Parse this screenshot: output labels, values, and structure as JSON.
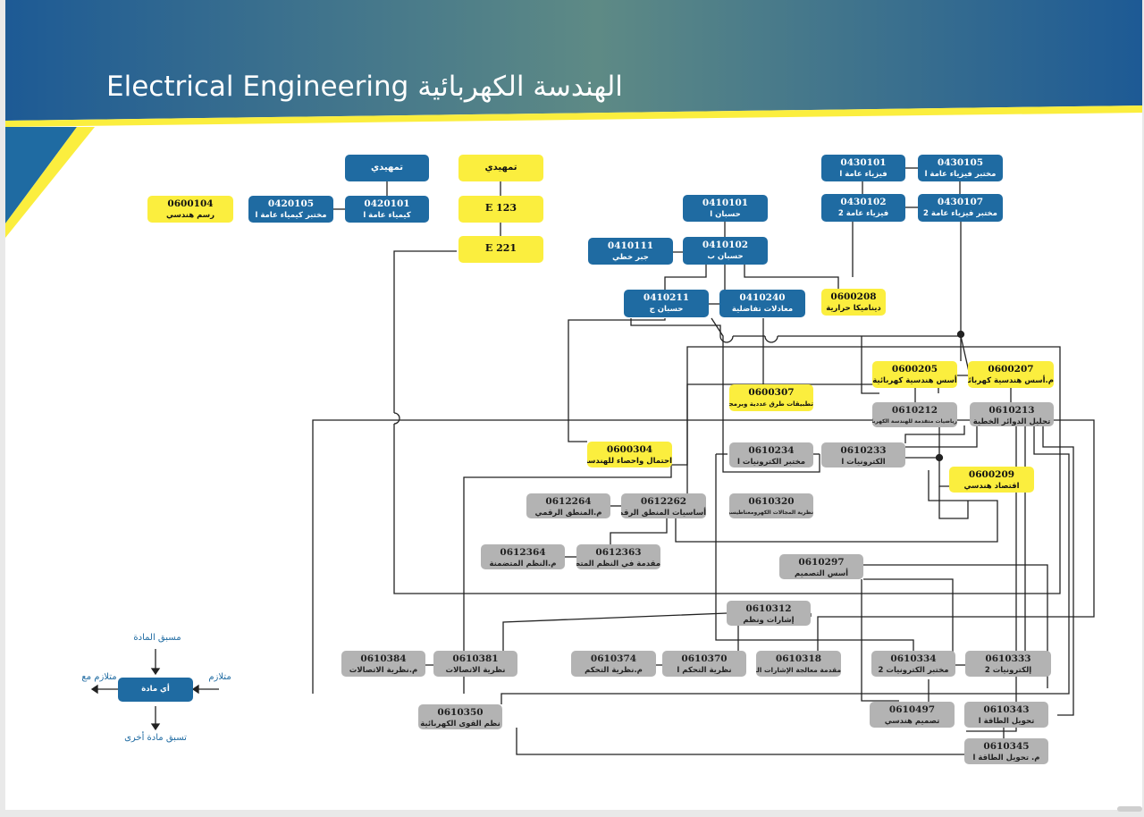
{
  "title": "Electrical Engineering  الهندسة الكهربائية",
  "colors": {
    "banner_dark": "#1d5a95",
    "banner_light": "#5e8a85",
    "accent_yellow": "#fbee3e",
    "box_blue": "#1f6ba2",
    "box_gray": "#b3b3b3"
  },
  "courses": {
    "prep_chem": {
      "code": "",
      "name": "تمهيدي"
    },
    "c0420101": {
      "code": "0420101",
      "name": "كيمياء عامة ا"
    },
    "c0420105": {
      "code": "0420105",
      "name": "مختبر كيمياء عامة ا"
    },
    "c0600104": {
      "code": "0600104",
      "name": "رسم هندسي"
    },
    "prep_eng": {
      "code": "",
      "name": "تمهيدي"
    },
    "e123": {
      "code": "E 123",
      "name": ""
    },
    "e221": {
      "code": "E 221",
      "name": ""
    },
    "c0410101": {
      "code": "0410101",
      "name": "حسبان ا"
    },
    "c0410102": {
      "code": "0410102",
      "name": "حسبان ب"
    },
    "c0410111": {
      "code": "0410111",
      "name": "جبر خطي"
    },
    "c0430101": {
      "code": "0430101",
      "name": "فيزياء عامة ا"
    },
    "c0430105": {
      "code": "0430105",
      "name": "مختبر فيزياء عامة ا"
    },
    "c0430102": {
      "code": "0430102",
      "name": "فيزياء عامة 2"
    },
    "c0430107": {
      "code": "0430107",
      "name": "مختبر فيزياء عامة 2"
    },
    "c0410211": {
      "code": "0410211",
      "name": "حسبان ج"
    },
    "c0410240": {
      "code": "0410240",
      "name": "معادلات تفاضلية"
    },
    "c0600208": {
      "code": "0600208",
      "name": "ديناميكا حرارية"
    },
    "c0600205": {
      "code": "0600205",
      "name": "أسس هندسية كهربائية"
    },
    "c0600207": {
      "code": "0600207",
      "name": "م.أسس هندسية كهربائية"
    },
    "c0600307": {
      "code": "0600307",
      "name": "تطبيقات طرق عددية وبرمجة"
    },
    "c0610212": {
      "code": "0610212",
      "name": "رياضيات متقدمة للهندسة الكهربائية"
    },
    "c0610213": {
      "code": "0610213",
      "name": "تحليل الدوائر الخطية"
    },
    "c0600304": {
      "code": "0600304",
      "name": "احتمال واحصاء للهندسة"
    },
    "c0610234": {
      "code": "0610234",
      "name": "مختبر الكترونيات ا"
    },
    "c0610233": {
      "code": "0610233",
      "name": "الكترونيات ا"
    },
    "c0600209": {
      "code": "0600209",
      "name": "اقتصاد هندسي"
    },
    "c0612264": {
      "code": "0612264",
      "name": "م.المنطق الرقمي"
    },
    "c0612262": {
      "code": "0612262",
      "name": "أساسيات المنطق الرقمي"
    },
    "c0610320": {
      "code": "0610320",
      "name": "نظرية المجالات الكهرومغناطيسية"
    },
    "c0612364": {
      "code": "0612364",
      "name": "م.النظم المتضمنة"
    },
    "c0612363": {
      "code": "0612363",
      "name": "مقدمة في النظم المتضمنة"
    },
    "c0610297": {
      "code": "0610297",
      "name": "أسس التصميم"
    },
    "c0610312": {
      "code": "0610312",
      "name": "إشارات ونظم"
    },
    "c0610384": {
      "code": "0610384",
      "name": "م.نظرية الاتصالات"
    },
    "c0610381": {
      "code": "0610381",
      "name": "نظرية الاتصالات"
    },
    "c0610374": {
      "code": "0610374",
      "name": "م.نظرية التحكم"
    },
    "c0610370": {
      "code": "0610370",
      "name": "نظرية التحكم ا"
    },
    "c0610318": {
      "code": "0610318",
      "name": "مقدمة معالجة الإشارات الرقمية"
    },
    "c0610334": {
      "code": "0610334",
      "name": "مختبر الكترونيات 2"
    },
    "c0610333": {
      "code": "0610333",
      "name": "إلكترونيات 2"
    },
    "c0610350": {
      "code": "0610350",
      "name": "نظم القوى الكهربائية"
    },
    "c0610497": {
      "code": "0610497",
      "name": "تصميم هندسي"
    },
    "c0610343": {
      "code": "0610343",
      "name": "تحويل الطاقة ا"
    },
    "c0610345": {
      "code": "0610345",
      "name": "م. تحويل الطاقة ا"
    }
  },
  "legend": {
    "center": "أي مادة",
    "top": "مسبق المادة",
    "right": "متلازم",
    "left": "متلازم مع",
    "bottom": "تسبق مادة أخرى"
  }
}
